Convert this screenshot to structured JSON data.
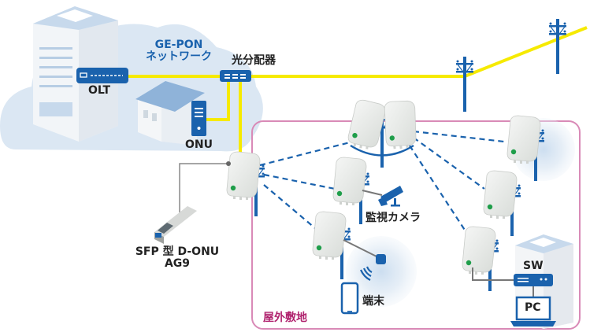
{
  "labels": {
    "network_line1": "GE-PON",
    "network_line2": "ネットワーク",
    "splitter": "光分配器",
    "olt": "OLT",
    "onu": "ONU",
    "sfp_line1": "SFP 型 D-ONU",
    "sfp_line2": "AG9",
    "camera": "監視カメラ",
    "terminal": "端末",
    "sw": "SW",
    "pc": "PC",
    "area": "屋外敷地"
  },
  "colors": {
    "cloud": "#dbe7f3",
    "fiber": "#f6ea00",
    "brand_blue": "#1a62ad",
    "area_border": "#d98ab7",
    "area_label": "#b0236e",
    "device_white": "#eef0ee",
    "led_green": "#1f9e4a"
  }
}
